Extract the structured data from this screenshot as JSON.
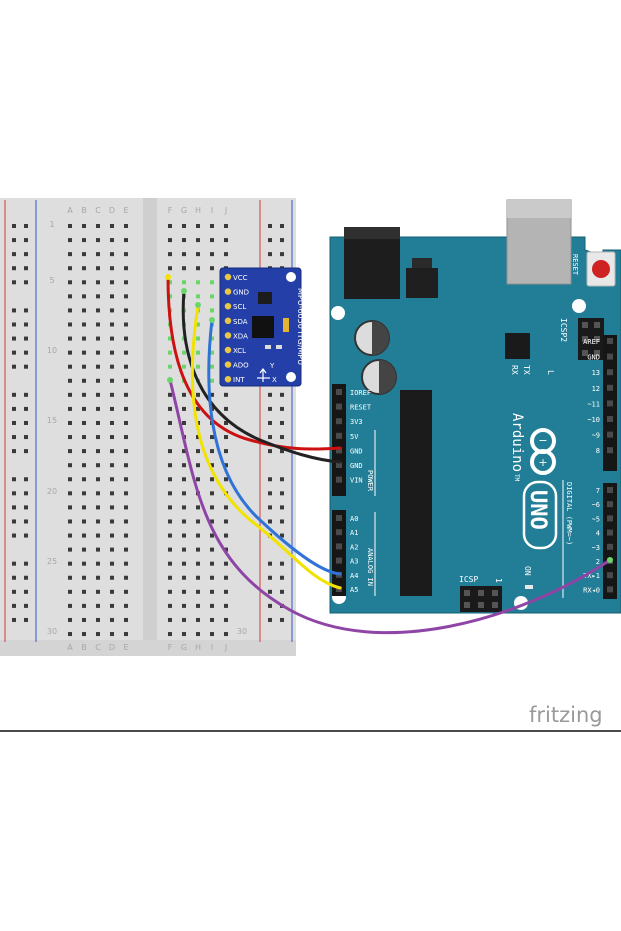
{
  "breadboard": {
    "col_letters_left": [
      "A",
      "B",
      "C",
      "D",
      "E"
    ],
    "col_letters_right": [
      "F",
      "G",
      "H",
      "I",
      "J"
    ],
    "row_labels": [
      "1",
      "5",
      "10",
      "15",
      "20",
      "25",
      "30"
    ],
    "row_label_right_30": "30"
  },
  "module": {
    "pins": [
      "VCC",
      "GND",
      "SCL",
      "SDA",
      "XDA",
      "XCL",
      "ADO",
      "INT"
    ],
    "title": "MPU-6050 ITG/MPU",
    "axis_x": "X",
    "axis_y": "Y"
  },
  "arduino": {
    "reset_label": "RESET",
    "icsp2_label": "ICSP2",
    "tx_label": "TX",
    "rx_label": "RX",
    "l_label": "L",
    "brand": "Arduino",
    "tm": "TM",
    "model": "UNO",
    "on_label": "ON",
    "icsp_label": "ICSP",
    "icsp_num": "1",
    "power_header_title": "POWER",
    "analog_header_title": "ANALOG IN",
    "digital_title": "DIGITAL (PWM=~)",
    "power_pins": [
      "IOREF",
      "RESET",
      "3V3",
      "5V",
      "GND",
      "GND",
      "VIN"
    ],
    "analog_pins": [
      "A0",
      "A1",
      "A2",
      "A3",
      "A4",
      "A5"
    ],
    "digital_top": [
      "AREF",
      "GND",
      "13",
      "12",
      "~11",
      "~10",
      "~9",
      "8"
    ],
    "digital_bottom": [
      "7",
      "~6",
      "~5",
      "4",
      "~3",
      "2",
      "TX▸1",
      "RX◂0"
    ]
  },
  "wires": [
    {
      "name": "vcc-wire",
      "color": "#cc1111"
    },
    {
      "name": "gnd-wire",
      "color": "#222222"
    },
    {
      "name": "scl-wire",
      "color": "#f2e200"
    },
    {
      "name": "sda-wire",
      "color": "#2f73d6"
    },
    {
      "name": "int-wire",
      "color": "#8f45a6"
    }
  ],
  "footer": {
    "brand": "fritzing"
  }
}
